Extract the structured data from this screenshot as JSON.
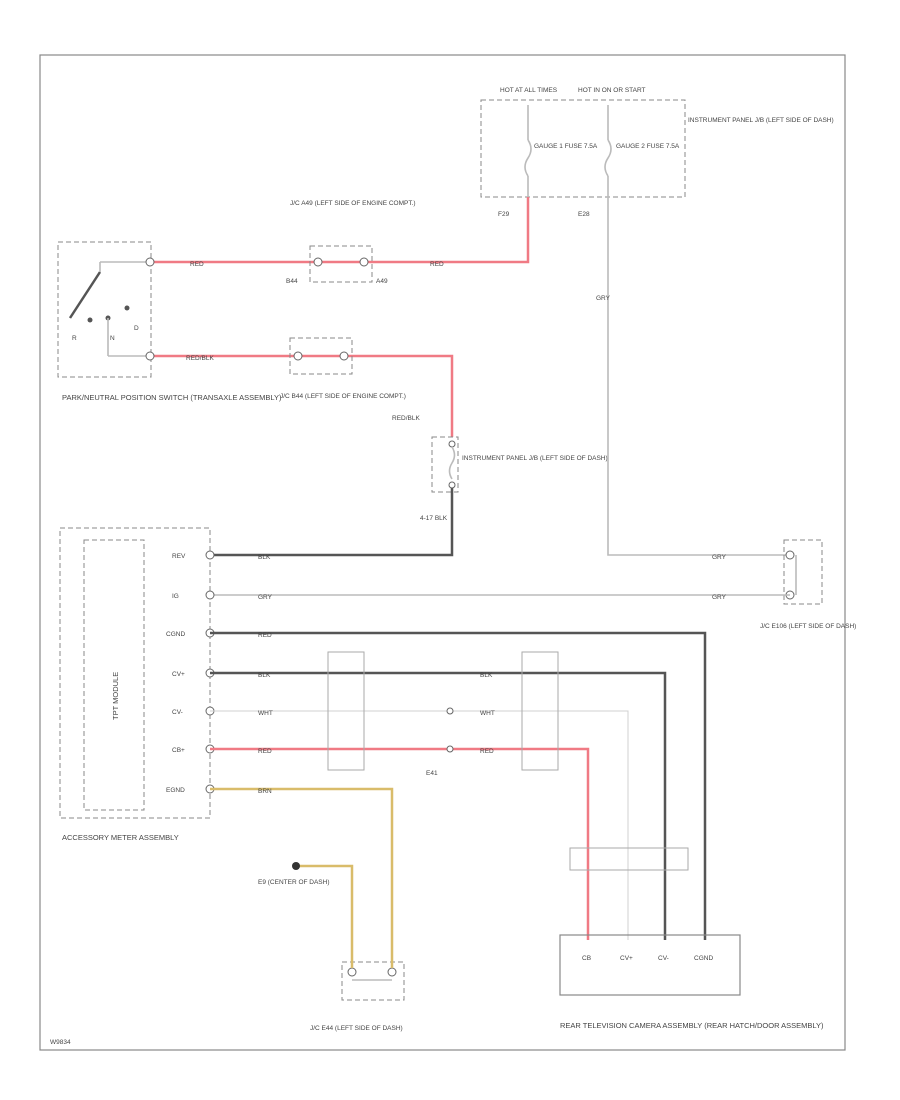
{
  "title": "",
  "footer_code": "W9834",
  "power": {
    "hot_all": "HOT AT ALL TIMES",
    "hot_on": "HOT IN ON OR START",
    "fuse1": "GAUGE 1 FUSE 7.5A",
    "fuse2": "GAUGE 2 FUSE 7.5A",
    "ij_box": "INSTRUMENT PANEL J/B (LEFT SIDE OF DASH)",
    "pin_f29": "F29",
    "pin_e28": "E28"
  },
  "components": {
    "pnp_switch": "PARK/NEUTRAL POSITION SWITCH (TRANSAXLE ASSEMBLY)",
    "pnp_r": "R",
    "pnp_n": "N",
    "pnp_d": "D",
    "jc_a49": "J/C A49 (LEFT SIDE OF ENGINE COMPT.)",
    "jc_b44": "J/C B44 (LEFT SIDE OF ENGINE COMPT.)",
    "b44_pin": "B44",
    "a49_pin": "A49",
    "ij_box2": "INSTRUMENT PANEL J/B (LEFT SIDE OF DASH)",
    "rev_sig": "4-17 BLK",
    "jc_e106": "J/C E106 (LEFT SIDE OF DASH)",
    "accessory_meter": "ACCESSORY METER ASSEMBLY",
    "tpt_module": "TPT MODULE",
    "ground_e9": "E9 (CENTER OF DASH)",
    "jc_e44": "J/C E44 (LEFT SIDE OF DASH)",
    "rear_camera": "REAR TELEVISION CAMERA ASSEMBLY (REAR HATCH/DOOR ASSEMBLY)"
  },
  "wires": {
    "red": "RED",
    "red_blk": "RED/BLK",
    "gry": "GRY",
    "blk": "BLK",
    "wht": "WHT",
    "brn": "BRN"
  },
  "pins": {
    "rev": "REV",
    "ig": "IG",
    "cgnd": "CGND",
    "cv_plus": "CV+",
    "cv_minus": "CV-",
    "cb_plus": "CB+",
    "egnd": "EGND",
    "cam_cb": "CB",
    "cam_cv_plus": "CV+",
    "cam_cv_minus": "CV-",
    "cam_cgnd": "CGND",
    "e41": "E41"
  }
}
